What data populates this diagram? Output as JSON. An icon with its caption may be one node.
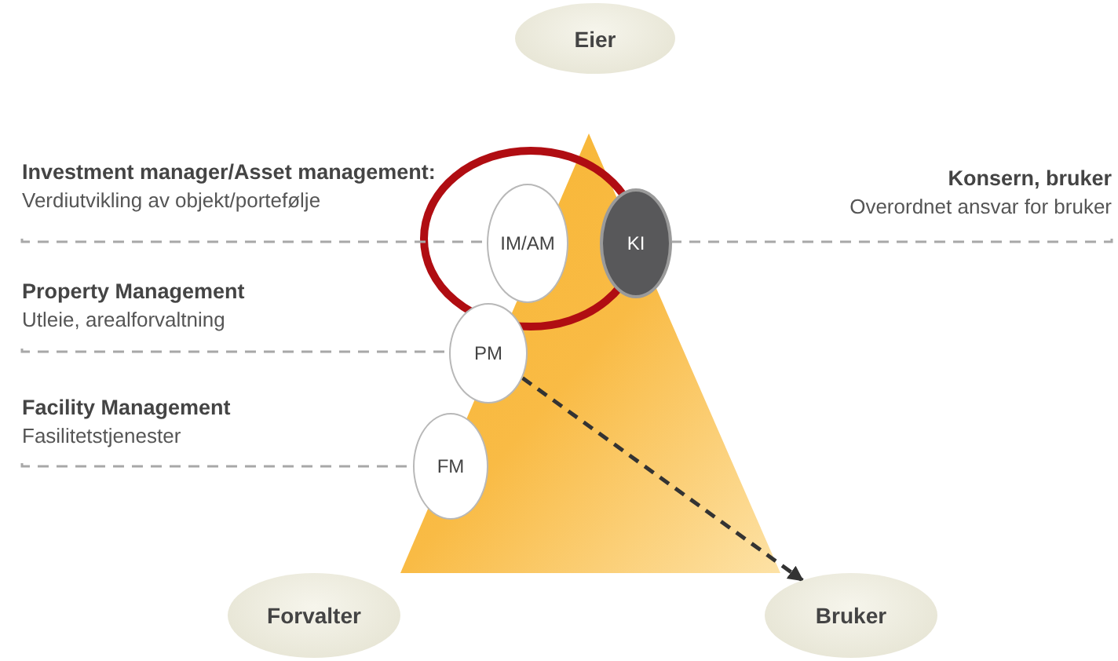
{
  "diagram": {
    "nodes": [
      {
        "text": [
          "Eier"
        ]
      },
      {
        "text": [
          "Investment manager/Asset management:",
          "Verdiutvikling av objekt/portefølje"
        ]
      },
      {
        "text": [
          "IM/AM"
        ]
      },
      {
        "text": [
          "KI"
        ]
      },
      {
        "text": [
          "Konsern, bruker",
          "Overordnet ansvar for bruker"
        ]
      },
      {
        "text": [
          "Property Management",
          "Utleie, arealforvaltning"
        ]
      },
      {
        "text": [
          "PM"
        ]
      },
      {
        "text": [
          "Facility Management",
          "Fasilitetstjenester"
        ]
      },
      {
        "text": [
          "FM"
        ]
      },
      {
        "text": [
          "Forvalter"
        ]
      },
      {
        "text": [
          "Bruker"
        ]
      }
    ],
    "edges": [
      {
        "from": 1,
        "to": 2,
        "arrow": "none",
        "style": "dashed"
      },
      {
        "from": 4,
        "to": 3,
        "arrow": "none",
        "style": "dashed"
      },
      {
        "from": 5,
        "to": 6,
        "arrow": "none",
        "style": "dashed"
      },
      {
        "from": 7,
        "to": 8,
        "arrow": "none",
        "style": "dashed"
      },
      {
        "from": 6,
        "to": 10,
        "arrow": "to",
        "style": "dashed",
        "color": "#333333"
      }
    ]
  }
}
